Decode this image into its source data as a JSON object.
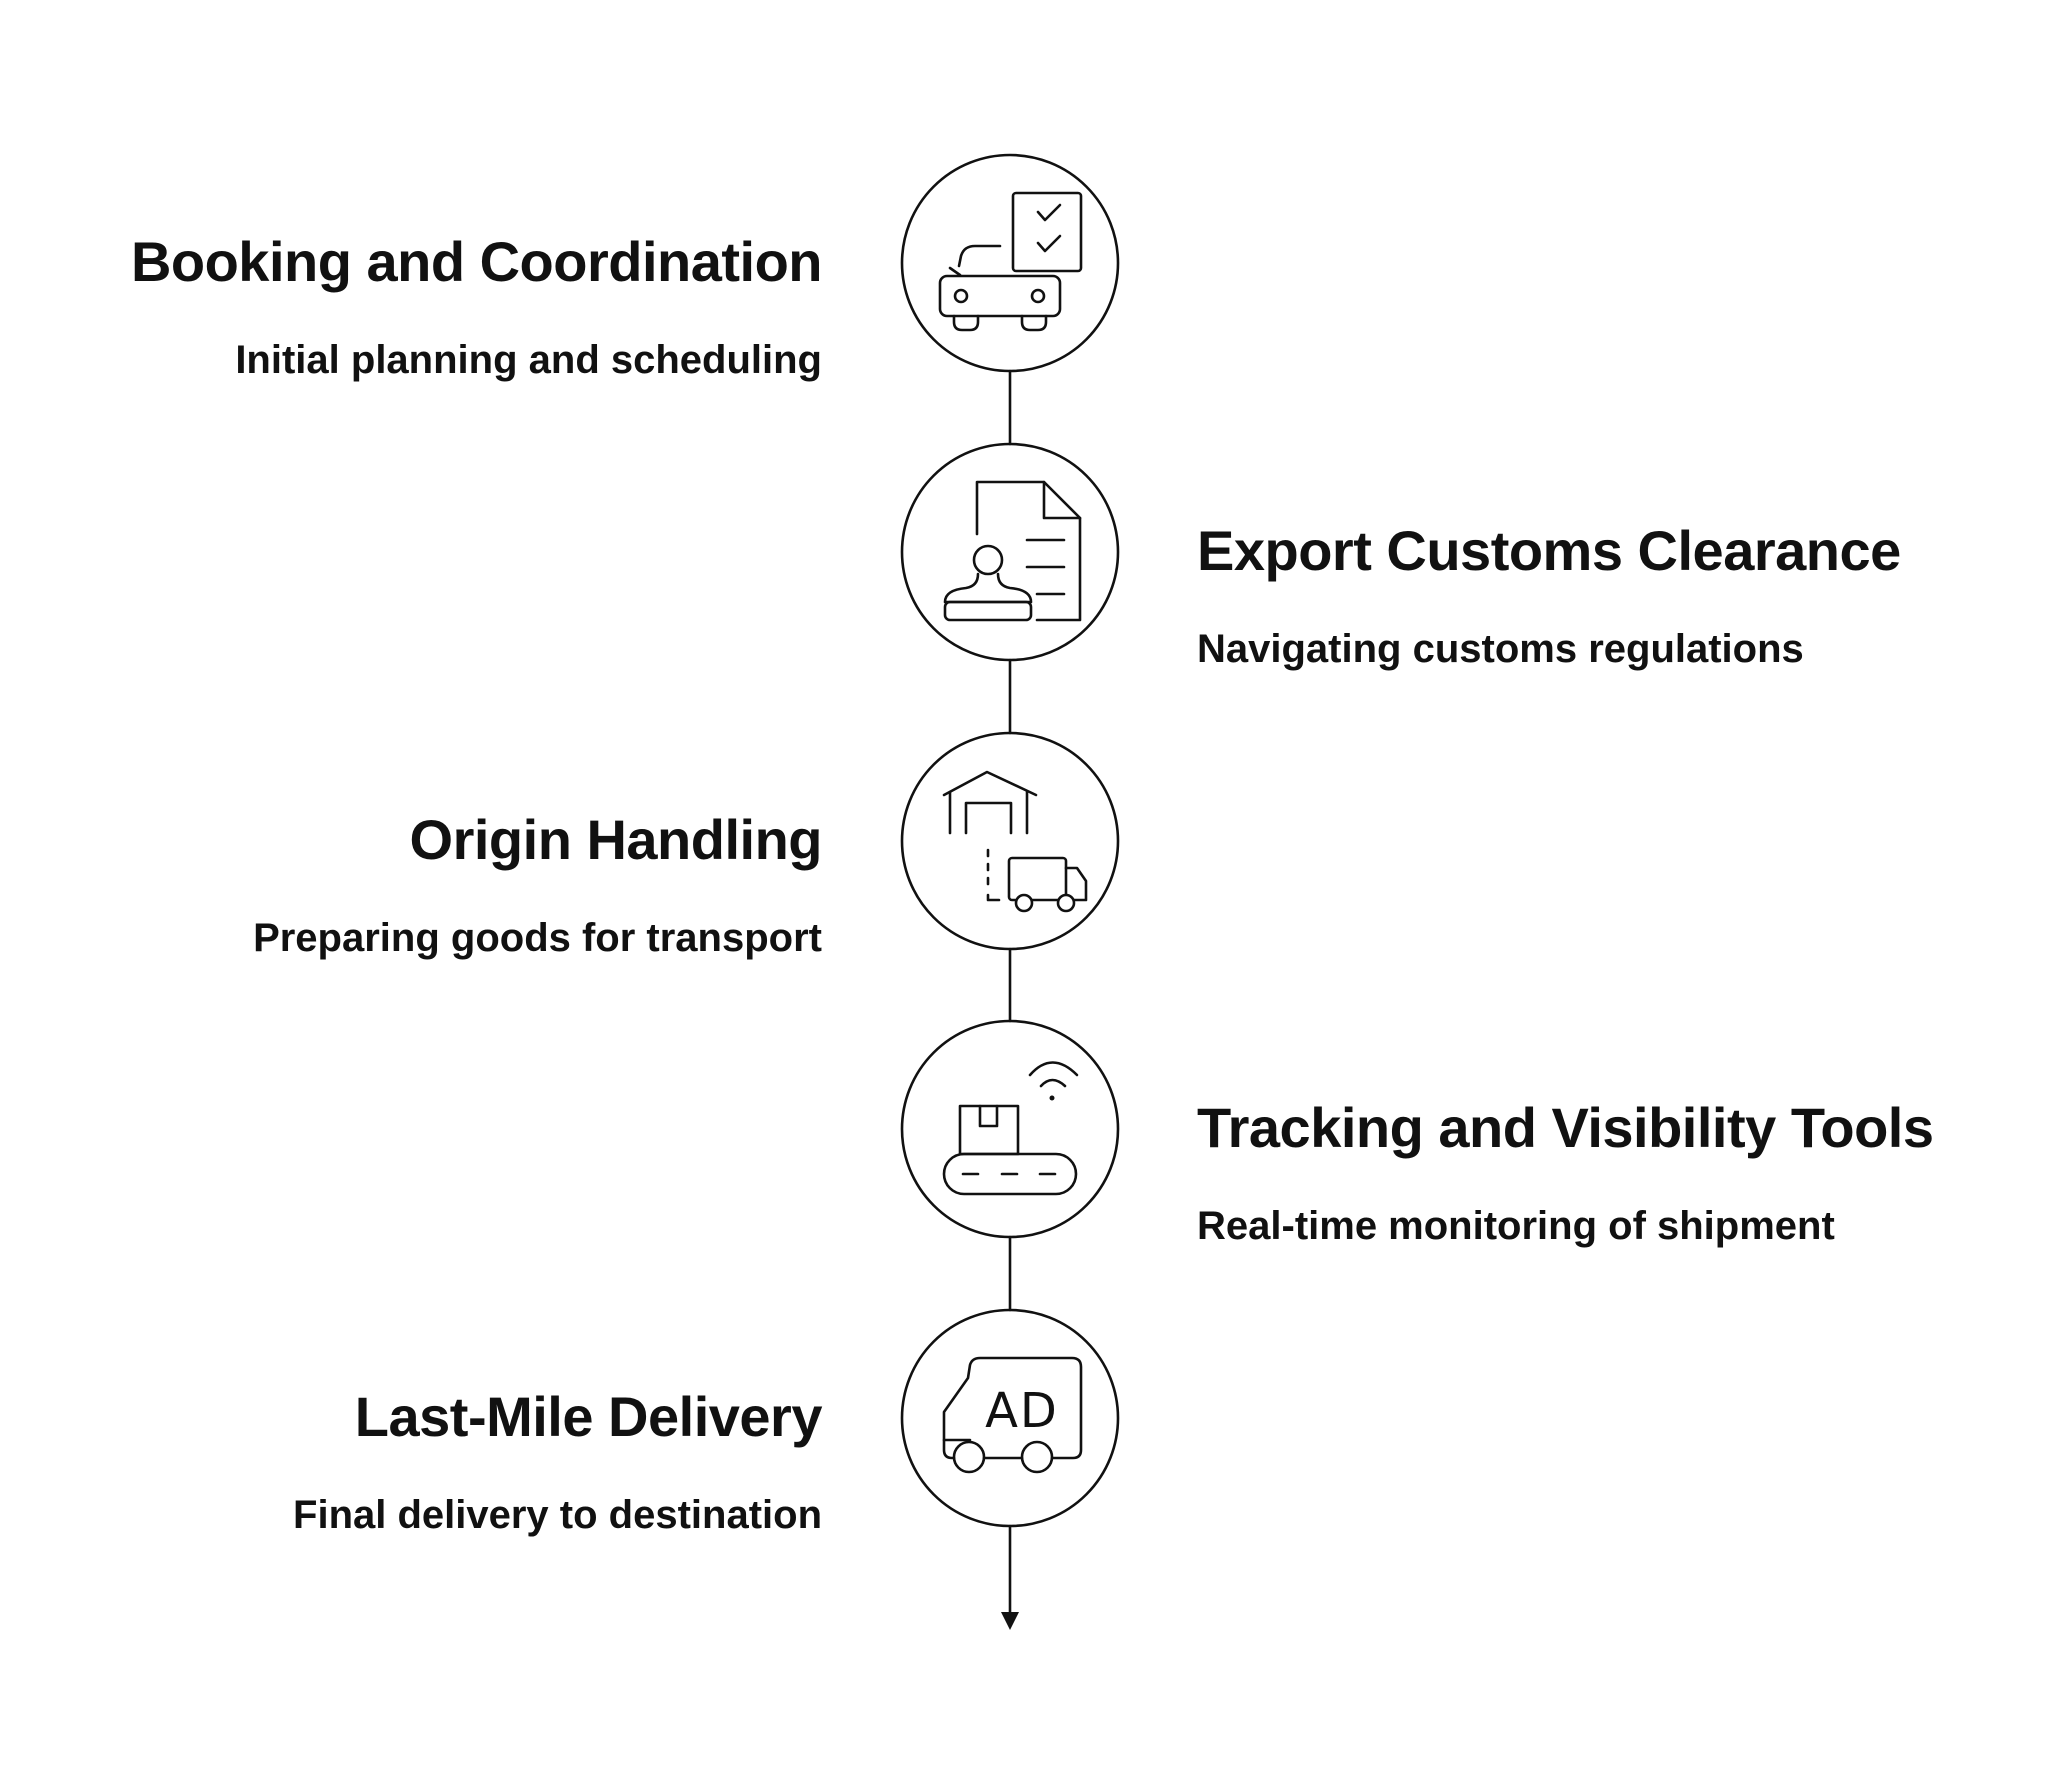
{
  "steps": [
    {
      "title": "Booking and Coordination",
      "description": "Initial planning and scheduling",
      "icon": "car-checklist-icon"
    },
    {
      "title": "Export Customs Clearance",
      "description": "Navigating customs regulations",
      "icon": "stamp-document-icon"
    },
    {
      "title": "Origin Handling",
      "description": "Preparing goods for transport",
      "icon": "warehouse-truck-icon"
    },
    {
      "title": "Tracking and Visibility Tools",
      "description": "Real-time monitoring of shipment",
      "icon": "conveyor-tracking-icon"
    },
    {
      "title": "Last-Mile Delivery",
      "description": "Final delivery to destination",
      "icon": "delivery-van-icon",
      "icon_text": "AD"
    }
  ],
  "colors": {
    "stroke": "#111111",
    "background": "#ffffff"
  }
}
